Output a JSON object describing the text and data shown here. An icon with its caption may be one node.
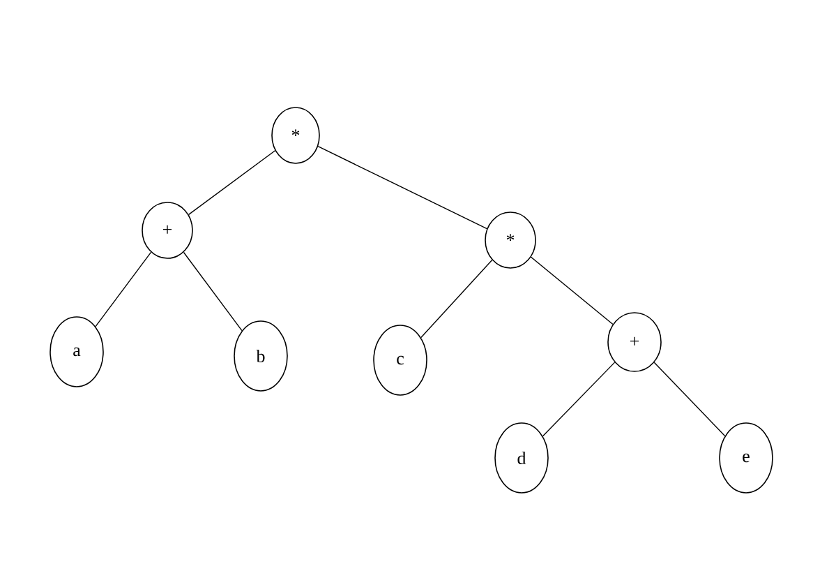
{
  "diagram": {
    "nodes": [
      {
        "text": [
          "*"
        ]
      },
      {
        "text": [
          "+"
        ]
      },
      {
        "text": [
          "*"
        ]
      },
      {
        "text": [
          "a"
        ]
      },
      {
        "text": [
          "b"
        ]
      },
      {
        "text": [
          "c"
        ]
      },
      {
        "text": [
          "+"
        ]
      },
      {
        "text": [
          "d"
        ]
      },
      {
        "text": [
          "e"
        ]
      }
    ],
    "edges": [
      {
        "from": 0,
        "to": 1,
        "arrow": "none"
      },
      {
        "from": 0,
        "to": 2,
        "arrow": "none"
      },
      {
        "from": 1,
        "to": 3,
        "arrow": "none"
      },
      {
        "from": 1,
        "to": 4,
        "arrow": "none"
      },
      {
        "from": 2,
        "to": 5,
        "arrow": "none"
      },
      {
        "from": 2,
        "to": 6,
        "arrow": "none"
      },
      {
        "from": 6,
        "to": 7,
        "arrow": "none"
      },
      {
        "from": 6,
        "to": 8,
        "arrow": "none"
      }
    ]
  }
}
